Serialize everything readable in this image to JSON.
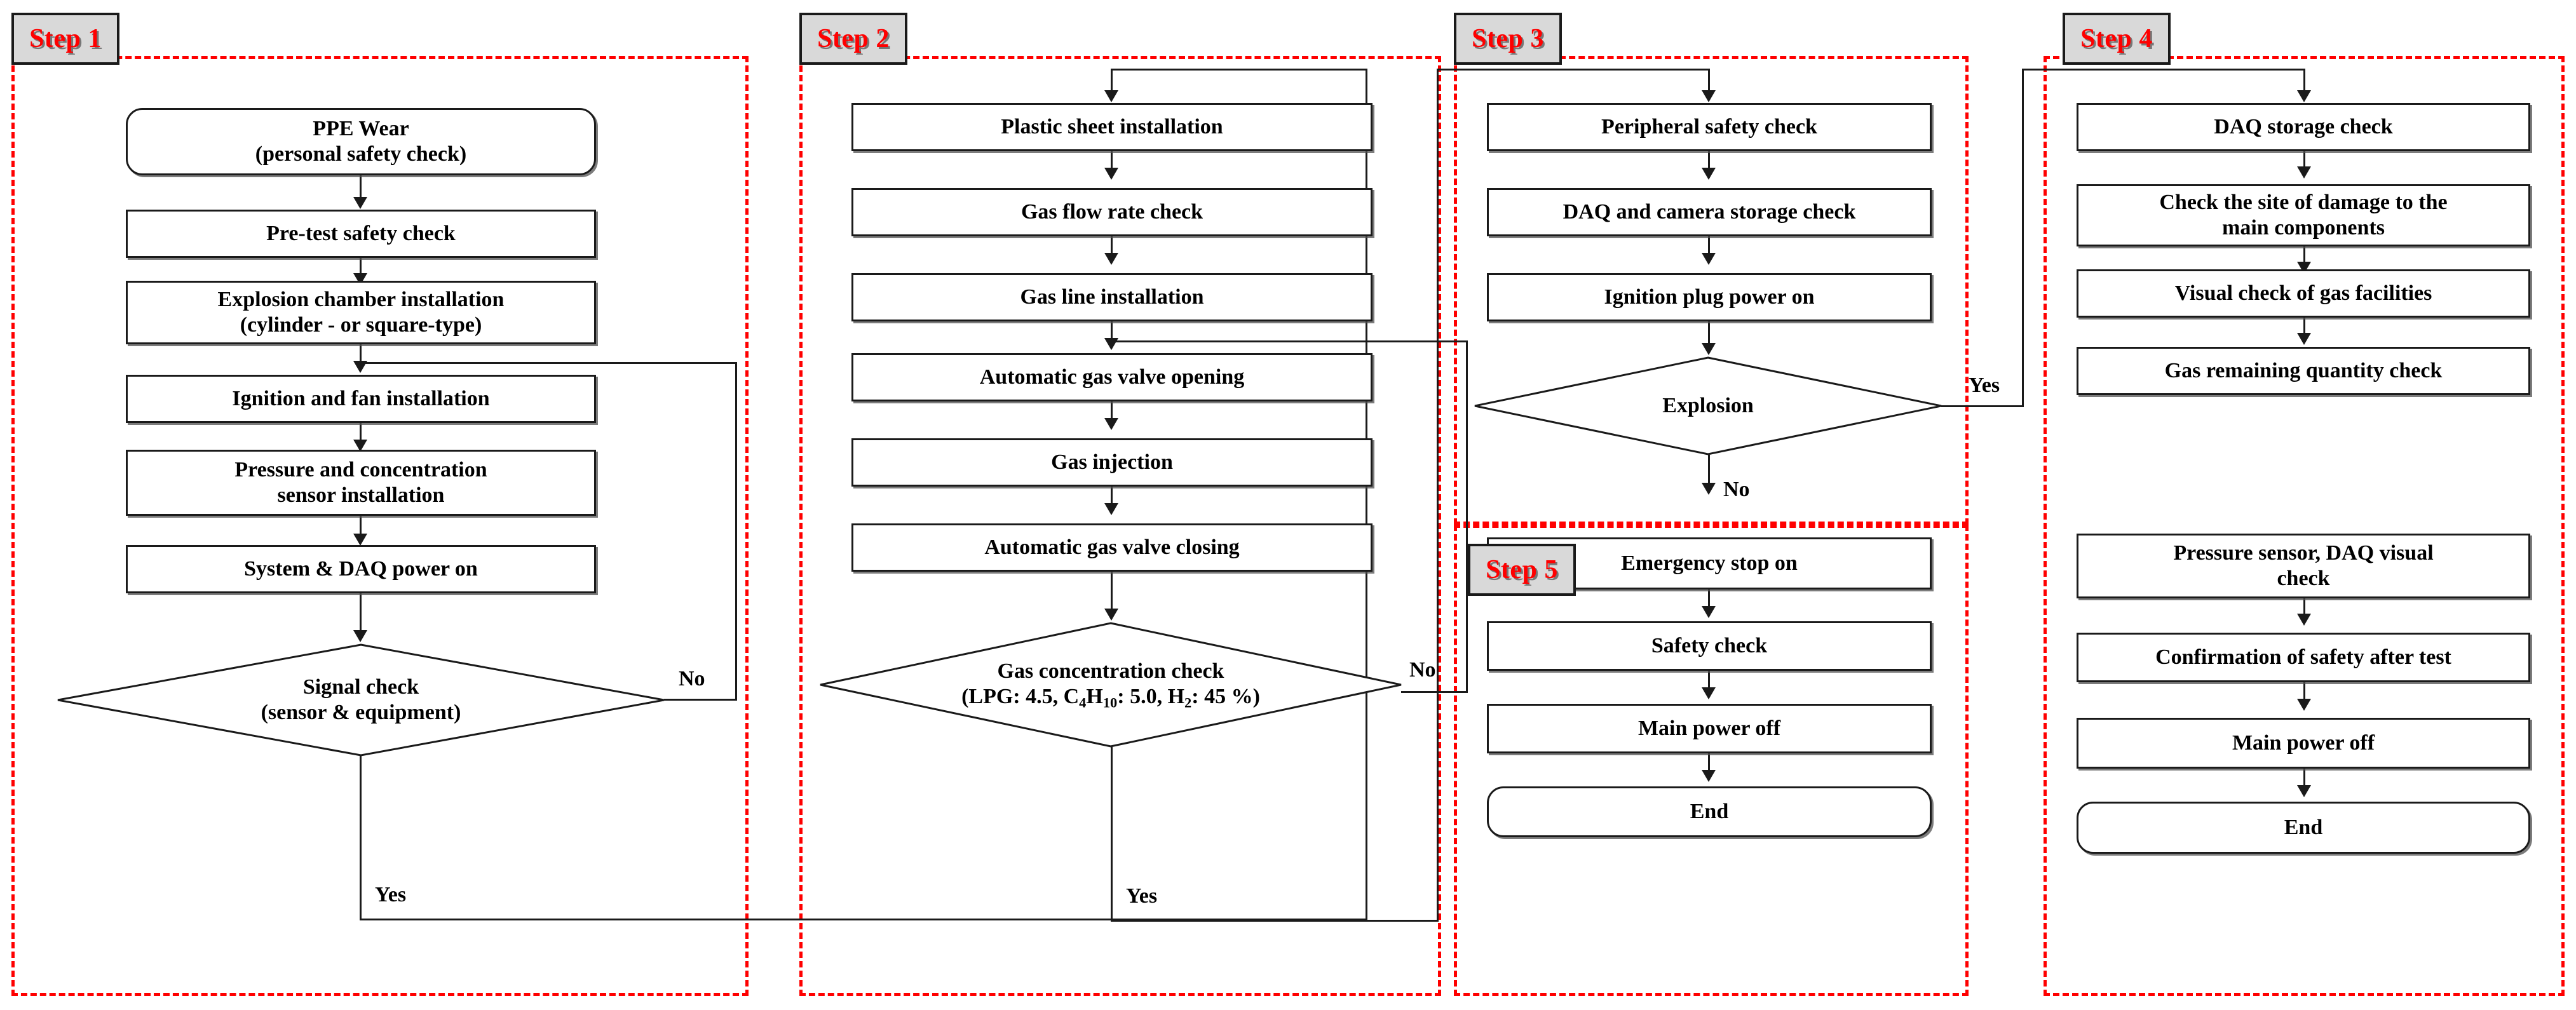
{
  "title": "Explosion test safety procedure flowchart",
  "colors": {
    "panel_border": "#ff0000",
    "badge_bg": "#d9d9d9",
    "badge_text": "#ff0000",
    "node_border": "#1a1a1a",
    "line": "#1a1a1a"
  },
  "steps": [
    {
      "id": "step1",
      "label": "Step 1"
    },
    {
      "id": "step2",
      "label": "Step 2"
    },
    {
      "id": "step3",
      "label": "Step 3"
    },
    {
      "id": "step4",
      "label": "Step 4"
    },
    {
      "id": "step5",
      "label": "Step 5"
    }
  ],
  "branch_labels": {
    "no": "No",
    "yes": "Yes"
  },
  "columns": {
    "col1": {
      "nodes": [
        {
          "id": "c1n1",
          "shape": "terminator",
          "line1": "PPE Wear",
          "line2": "(personal safety check)"
        },
        {
          "id": "c1n2",
          "shape": "process",
          "line1": "Pre-test safety check",
          "line2": ""
        },
        {
          "id": "c1n3",
          "shape": "process",
          "line1": "Explosion chamber installation",
          "line2": "(cylinder - or square-type)"
        },
        {
          "id": "c1n4",
          "shape": "process",
          "line1": "Ignition and fan installation",
          "line2": ""
        },
        {
          "id": "c1n5",
          "shape": "process",
          "line1": "Pressure and concentration",
          "line2": "sensor installation"
        },
        {
          "id": "c1n6",
          "shape": "process",
          "line1": "System & DAQ power on",
          "line2": ""
        },
        {
          "id": "c1n7",
          "shape": "decision",
          "line1": "Signal check",
          "line2": "(sensor & equipment)"
        }
      ],
      "no_label": "No",
      "yes_label": "Yes"
    },
    "col2": {
      "nodes": [
        {
          "id": "c2n1",
          "shape": "process",
          "line1": "Plastic sheet installation",
          "line2": ""
        },
        {
          "id": "c2n2",
          "shape": "process",
          "line1": "Gas flow rate check",
          "line2": ""
        },
        {
          "id": "c2n3",
          "shape": "process",
          "line1": "Gas line installation",
          "line2": ""
        },
        {
          "id": "c2n4",
          "shape": "process",
          "line1": "Automatic gas valve opening",
          "line2": ""
        },
        {
          "id": "c2n5",
          "shape": "process",
          "line1": "Gas injection",
          "line2": ""
        },
        {
          "id": "c2n6",
          "shape": "process",
          "line1": "Automatic gas valve closing",
          "line2": ""
        },
        {
          "id": "c2n7",
          "shape": "decision",
          "line1": "Gas concentration check",
          "line2_html": "(LPG: 4.5, C<sub>4</sub>H<sub>10</sub>: 5.0, H<sub>2</sub>: 45 %)"
        }
      ],
      "no_label": "No",
      "yes_label": "Yes"
    },
    "col3": {
      "nodes": [
        {
          "id": "c3n1",
          "shape": "process",
          "line1": "Peripheral safety check",
          "line2": ""
        },
        {
          "id": "c3n2",
          "shape": "process",
          "line1": "DAQ and camera storage check",
          "line2": ""
        },
        {
          "id": "c3n3",
          "shape": "process",
          "line1": "Ignition plug power on",
          "line2": ""
        },
        {
          "id": "c3n4",
          "shape": "decision",
          "line1": "Explosion",
          "line2": ""
        }
      ],
      "no_label": "No",
      "yes_label": "Yes"
    },
    "col5": {
      "nodes": [
        {
          "id": "c5n1",
          "shape": "process",
          "line1": "Emergency stop on",
          "line2": ""
        },
        {
          "id": "c5n2",
          "shape": "process",
          "line1": "Safety check",
          "line2": ""
        },
        {
          "id": "c5n3",
          "shape": "process",
          "line1": "Main power off",
          "line2": ""
        },
        {
          "id": "c5n4",
          "shape": "terminator",
          "line1": "End",
          "line2": ""
        }
      ]
    },
    "col4": {
      "nodes": [
        {
          "id": "c4n1",
          "shape": "process",
          "line1": "DAQ storage check",
          "line2": ""
        },
        {
          "id": "c4n2",
          "shape": "process",
          "line1": "Check the site of damage to the",
          "line2": "main components"
        },
        {
          "id": "c4n3",
          "shape": "process",
          "line1": "Visual check of gas facilities",
          "line2": ""
        },
        {
          "id": "c4n4",
          "shape": "process",
          "line1": "Gas remaining quantity check",
          "line2": ""
        },
        {
          "id": "c4n5",
          "shape": "process",
          "line1": "Pressure sensor, DAQ visual",
          "line2": "check"
        },
        {
          "id": "c4n6",
          "shape": "process",
          "line1": "Confirmation of safety after test",
          "line2": ""
        },
        {
          "id": "c4n7",
          "shape": "process",
          "line1": "Main power off",
          "line2": ""
        },
        {
          "id": "c4n8",
          "shape": "terminator",
          "line1": "End",
          "line2": ""
        }
      ]
    }
  }
}
